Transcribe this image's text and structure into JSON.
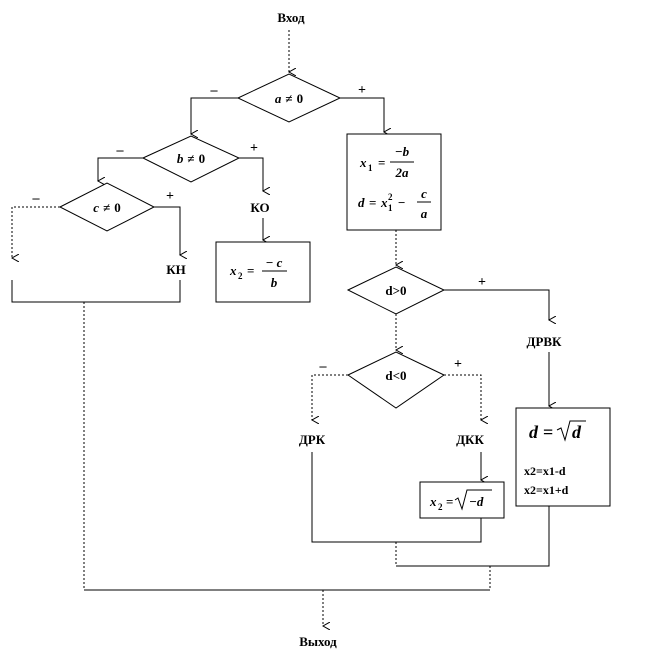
{
  "start_label": "Вход",
  "end_label": "Выход",
  "conditions": {
    "a": {
      "var": "a",
      "op": "≠",
      "val": "0"
    },
    "b": {
      "var": "b",
      "op": "≠",
      "val": "0"
    },
    "c": {
      "var": "c",
      "op": "≠",
      "val": "0"
    },
    "d_pos": "d>0",
    "d_neg": "d<0"
  },
  "branch_signs": {
    "yes": "+",
    "no": "–"
  },
  "outcomes": {
    "kn": "КН",
    "ko": "КО",
    "drvk": "ДРВК",
    "drk": "ДРК",
    "dkk": "ДКК"
  },
  "formulas": {
    "x1": {
      "lhs": "x",
      "sub": "1",
      "num": "−b",
      "den": "2a"
    },
    "d": {
      "lhs": "d",
      "x": "x",
      "sub": "1",
      "sup": "2",
      "num": "c",
      "den": "a"
    },
    "x2_linear": {
      "lhs": "x",
      "sub": "2",
      "num": "− c",
      "den": "b"
    },
    "x2_complex": {
      "lhs": "x",
      "sub": "2",
      "rad": "−d"
    },
    "d_sqrt": {
      "lhs": "d",
      "rad": "d"
    },
    "x2_line1": "x2=x1-d",
    "x2_line2": "x2=x1+d"
  }
}
